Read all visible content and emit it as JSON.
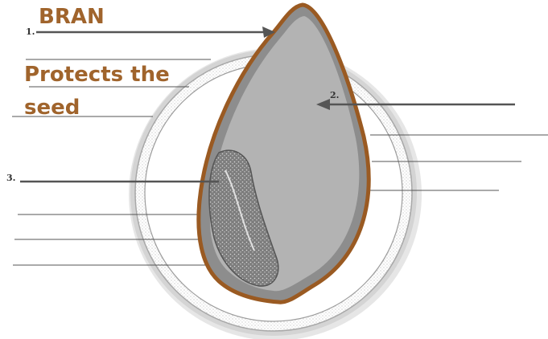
{
  "diagram": {
    "labels": {
      "bran": "BRAN",
      "function_line1": "Protects the",
      "function_line2": "seed",
      "marker_1": "1.",
      "marker_2": "2.",
      "marker_3": "3."
    },
    "colors": {
      "bran_outline": "#9a5a22",
      "annotation_text": "#a0642c",
      "endosperm_fill": "#b3b3b3",
      "germ_fill": "#8c8c8c",
      "hull_ring": "#d7d7d7",
      "pointer_lines": "#555555"
    }
  }
}
